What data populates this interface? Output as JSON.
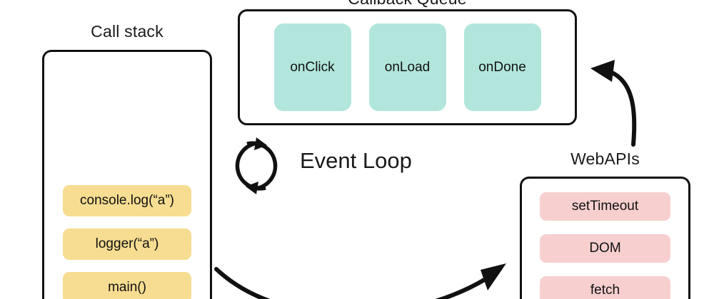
{
  "diagram": {
    "title_call_stack": "Call stack",
    "title_callback_queue": "Callback Queue",
    "title_webapis": "WebAPIs",
    "event_loop_label": "Event Loop",
    "colors": {
      "queue_item": "#b2e6dc",
      "stack_frame": "#f7dd92",
      "webapi_item": "#f7cfcf",
      "outline": "#111111",
      "background": "#ffffff"
    }
  },
  "callback_queue": {
    "items": [
      {
        "label": "onClick"
      },
      {
        "label": "onLoad"
      },
      {
        "label": "onDone"
      }
    ]
  },
  "call_stack": {
    "frames": [
      {
        "label": "console.log(“a”)"
      },
      {
        "label": "logger(“a”)"
      },
      {
        "label": "main()"
      }
    ]
  },
  "webapis": {
    "items": [
      {
        "label": "setTimeout"
      },
      {
        "label": "DOM"
      },
      {
        "label": "fetch"
      }
    ]
  },
  "arrows": [
    {
      "name": "webapis-to-callback-queue",
      "direction": "up-left"
    },
    {
      "name": "call-stack-to-webapis",
      "direction": "right-up"
    }
  ]
}
